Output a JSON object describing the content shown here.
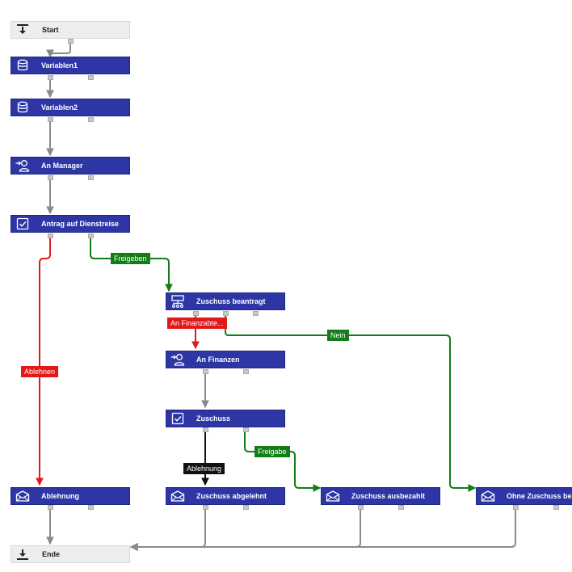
{
  "colors": {
    "node_fill": "#2e36a6",
    "start_end_fill": "#eceeee",
    "edge_default": "#8a8a8a",
    "edge_approve": "#137d17",
    "edge_reject": "#e21919",
    "edge_black": "#111111"
  },
  "nodes": {
    "start": {
      "label": "Start",
      "icon": "arrow-down-to-bar-icon"
    },
    "variablen1": {
      "label": "Variablen1",
      "icon": "database-icon"
    },
    "variablen2": {
      "label": "Variablen2",
      "icon": "database-icon"
    },
    "an_manager": {
      "label": "An Manager",
      "icon": "assign-user-icon"
    },
    "antrag": {
      "label": "Antrag auf Dienstreise",
      "icon": "task-check-icon"
    },
    "zuschuss_beantragt": {
      "label": "Zuschuss beantragt",
      "icon": "decision-branch-icon"
    },
    "an_finanzen": {
      "label": "An Finanzen",
      "icon": "assign-user-icon"
    },
    "zuschuss": {
      "label": "Zuschuss",
      "icon": "task-check-icon"
    },
    "ablehnung": {
      "label": "Ablehnung",
      "icon": "envelope-icon"
    },
    "zuschuss_abgelehnt": {
      "label": "Zuschuss abgelehnt",
      "icon": "envelope-icon"
    },
    "zuschuss_ausbezahlt": {
      "label": "Zuschuss ausbezahlt",
      "icon": "envelope-icon"
    },
    "ohne_zuschuss": {
      "label": "Ohne Zuschuss bestätigt",
      "icon": "envelope-icon"
    },
    "ende": {
      "label": "Ende",
      "icon": "arrow-down-to-bar-icon"
    }
  },
  "edge_labels": {
    "freigeben": "Freigeben",
    "ablehnen": "Ablehnen",
    "an_finanzabteilung": "An Finanzabte...",
    "nein": "Nein",
    "ablehnung": "Ablehnung",
    "freigabe": "Freigabe"
  }
}
